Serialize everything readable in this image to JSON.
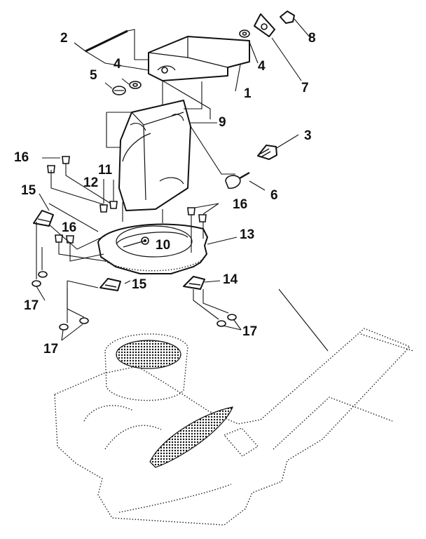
{
  "callouts": {
    "c1": "1",
    "c2": "2",
    "c3": "3",
    "c4a": "4",
    "c4b": "4",
    "c5": "5",
    "c6": "6",
    "c7": "7",
    "c8": "8",
    "c9": "9",
    "c10": "10",
    "c11": "11",
    "c12": "12",
    "c13": "13",
    "c14": "14",
    "c15a": "15",
    "c15b": "15",
    "c16a": "16",
    "c16b": "16",
    "c16c": "16",
    "c17a": "17",
    "c17b": "17",
    "c17c": "17"
  },
  "colors": {
    "ink": "#111111",
    "paper": "#ffffff"
  }
}
